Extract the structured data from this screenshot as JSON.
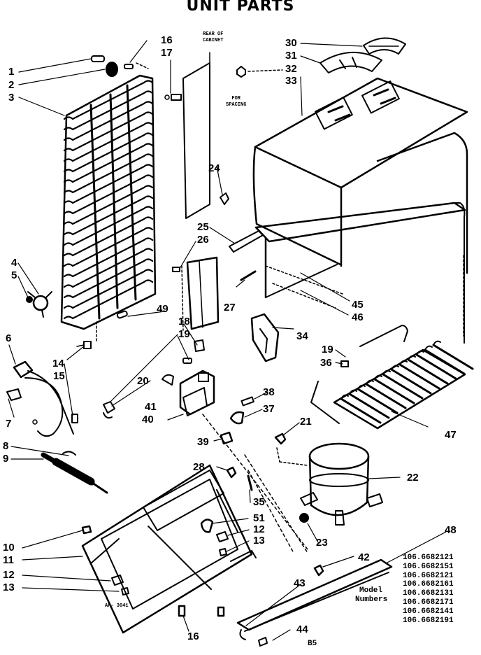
{
  "title": "UNIT PARTS",
  "notes": {
    "rear_of_cabinet_line1": "REAR OF",
    "rear_of_cabinet_line2": "CABINET",
    "for_spacing_line1": "FOR",
    "for_spacing_line2": "SPACING",
    "ref_code": "AF- 3041"
  },
  "callouts": [
    "1",
    "2",
    "3",
    "4",
    "5",
    "6",
    "7",
    "8",
    "9",
    "10",
    "11",
    "12",
    "13",
    "14",
    "15",
    "16",
    "17",
    "18",
    "19",
    "20",
    "21",
    "22",
    "23",
    "24",
    "25",
    "26",
    "27",
    "28",
    "30",
    "31",
    "32",
    "33",
    "34",
    "35",
    "36",
    "37",
    "38",
    "39",
    "40",
    "41",
    "42",
    "43",
    "44",
    "45",
    "46",
    "47",
    "48",
    "49",
    "51",
    "12",
    "13",
    "19",
    "16",
    "12",
    "13"
  ],
  "model_numbers": {
    "caption_line1": "Model",
    "caption_line2": "Numbers",
    "list": [
      "106.6682121",
      "106.6682151",
      "106.6682121",
      "106.6682161",
      "106.6682131",
      "106.6682171",
      "106.6682141",
      "106.6682191"
    ]
  },
  "page_code": "B5"
}
